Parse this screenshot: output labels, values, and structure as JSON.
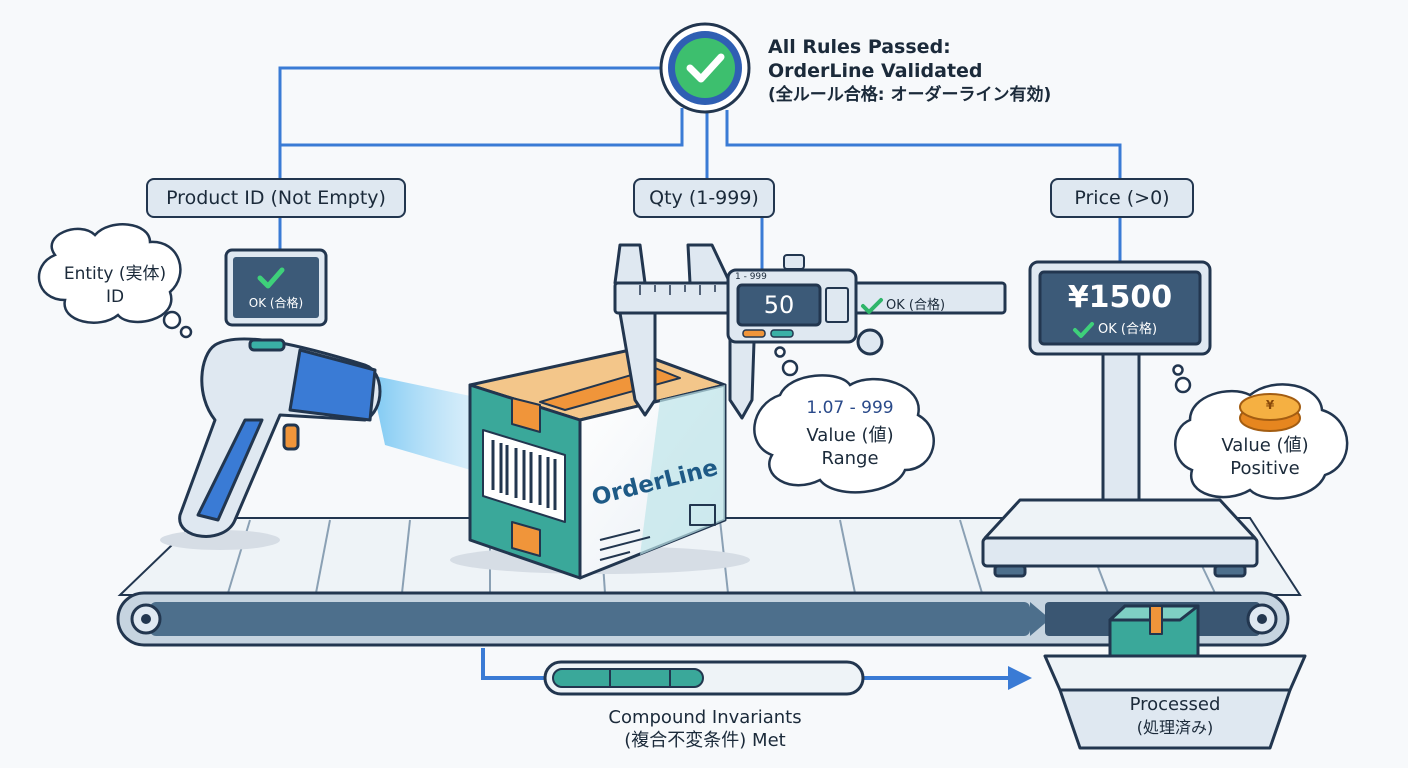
{
  "header": {
    "line1": "All Rules Passed:",
    "line2": "OrderLine Validated",
    "line3": "(全ルール合格: オーダーライン有効)"
  },
  "rules": {
    "product": "Product ID (Not Empty)",
    "qty": "Qty (1-999)",
    "price": "Price (>0)"
  },
  "product_check": {
    "status": "OK (合格)"
  },
  "entity_bubble": {
    "line1": "Entity (実体)",
    "line2": "ID"
  },
  "box": {
    "label": "OrderLine"
  },
  "caliper": {
    "range_tag": "1 - 999",
    "reading": "50",
    "status": "OK (合格)"
  },
  "qty_bubble": {
    "range": "1.07 - 999",
    "line1": "Value (値)",
    "line2": "Range"
  },
  "scale": {
    "price": "¥1500",
    "status": "OK (合格)",
    "coin_symbol": "¥"
  },
  "price_bubble": {
    "line1": "Value (値)",
    "line2": "Positive"
  },
  "compound": {
    "line1": "Compound Invariants",
    "line2": "(複合不変条件) Met"
  },
  "bin": {
    "line1": "Processed",
    "line2": "(処理済み)"
  },
  "colors": {
    "navy": "#22364f",
    "blue": "#3a7bd5",
    "green": "#2fb56a",
    "teal": "#3aa89a",
    "orange": "#f0953a",
    "panel": "#dfe8f1"
  },
  "icons": [
    "check-icon",
    "barcode-scanner-icon",
    "caliper-icon",
    "scale-icon",
    "coin-icon",
    "thought-bubble-icon",
    "arrow-right-icon",
    "bin-icon"
  ]
}
